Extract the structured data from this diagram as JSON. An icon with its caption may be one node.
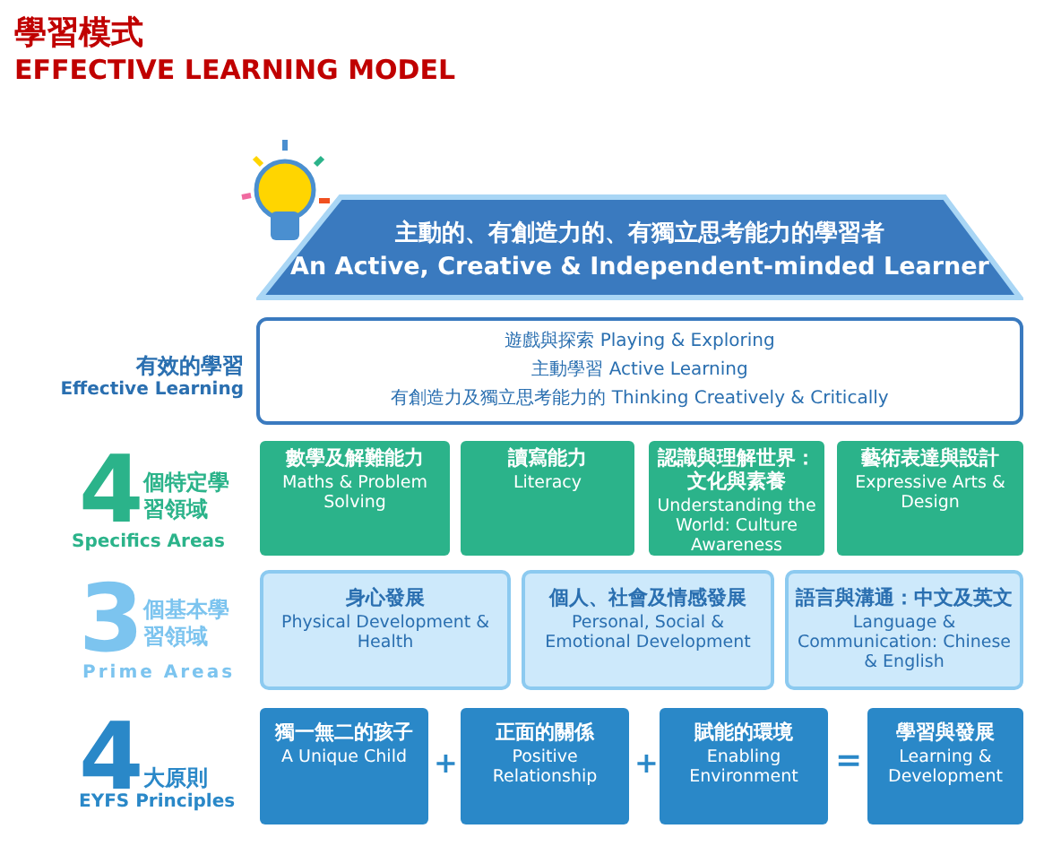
{
  "diagram": {
    "title": "學習模式",
    "nodes": [
      {
        "text": [
          "主動的、有創造力的、有獨立思考能力的學習者",
          "An Active, Creative & Independent-minded Learner"
        ]
      },
      {
        "text": [
          "遊戲與探索 Playing & Exploring",
          "主動學習 Active Learning",
          "有創造力及獨立思考能力的 Thinking Creatively & Critically"
        ]
      },
      {
        "text": [
          "數學及解難能力",
          "Maths & Problem Solving"
        ]
      },
      {
        "text": [
          "讀寫能力",
          "Literacy"
        ]
      },
      {
        "text": [
          "認識與理解世界：文化與素養",
          "Understanding the World: Culture Awareness"
        ]
      },
      {
        "text": [
          "藝術表達與設計",
          "Expressive Arts & Design"
        ]
      },
      {
        "text": [
          "身心發展",
          "Physical Development & Health"
        ]
      },
      {
        "text": [
          "個人、社會及情感發展",
          "Personal, Social & Emotional Development"
        ]
      },
      {
        "text": [
          "語言與溝通：中文及英文",
          "Language & Communication: Chinese & English"
        ]
      },
      {
        "text": [
          "獨一無二的孩子",
          "A Unique Child"
        ]
      },
      {
        "text": [
          "正面的關係",
          "Positive Relationship"
        ]
      },
      {
        "text": [
          "賦能的環境",
          "Enabling Environment"
        ]
      },
      {
        "text": [
          "學習與發展",
          "Learning & Development"
        ]
      }
    ],
    "edges": [],
    "labels": [
      "EFFECTIVE LEARNING MODEL",
      "有效的學習",
      "Effective Learning",
      "4",
      "個特定學習領域",
      "Specifics Areas",
      "3",
      "個基本學習領域",
      "Prime Areas",
      "4",
      "大原則",
      "EYFS Principles",
      "+",
      "+",
      "="
    ]
  }
}
